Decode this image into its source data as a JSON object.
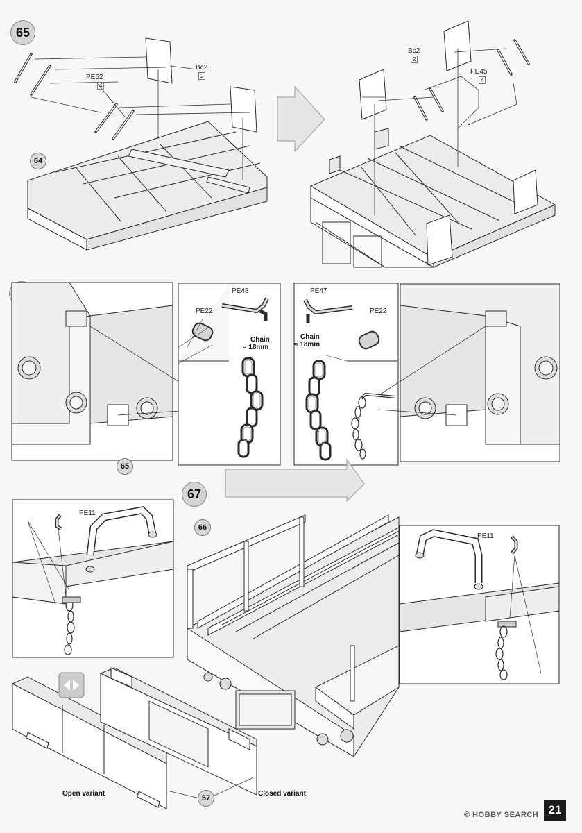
{
  "steps": {
    "s65": "65",
    "s66": "66",
    "s67": "67"
  },
  "step65": {
    "ref_part": "64",
    "left_labels": {
      "bc2": "Bc2",
      "bc2_qty": "2",
      "pe52": "PE52",
      "pe52_qty": "4"
    },
    "right_labels": {
      "bc2": "Bc2",
      "bc2_qty": "2",
      "pe45": "PE45",
      "pe45_qty": "4"
    }
  },
  "step66": {
    "ref_part": "65",
    "left_detail": {
      "pe48": "PE48",
      "pe22": "PE22",
      "chain_l1": "Chain",
      "chain_l2": "≈ 18mm"
    },
    "right_detail": {
      "pe47": "PE47",
      "pe22": "PE22",
      "chain_l1": "Chain",
      "chain_l2": "≈ 18mm"
    }
  },
  "step67": {
    "ref_part_top": "66",
    "ref_part_bottom": "57",
    "left_pe": "PE11",
    "right_pe": "PE11",
    "open_variant": "Open variant",
    "closed_variant": "Closed variant"
  },
  "page_number": "21",
  "watermark": "© HOBBY SEARCH",
  "colors": {
    "line": "#2a2a2a",
    "fill_light": "#ffffff",
    "fill_grey": "#d9d9d9",
    "arrow_fill": "#e6e6e6"
  }
}
